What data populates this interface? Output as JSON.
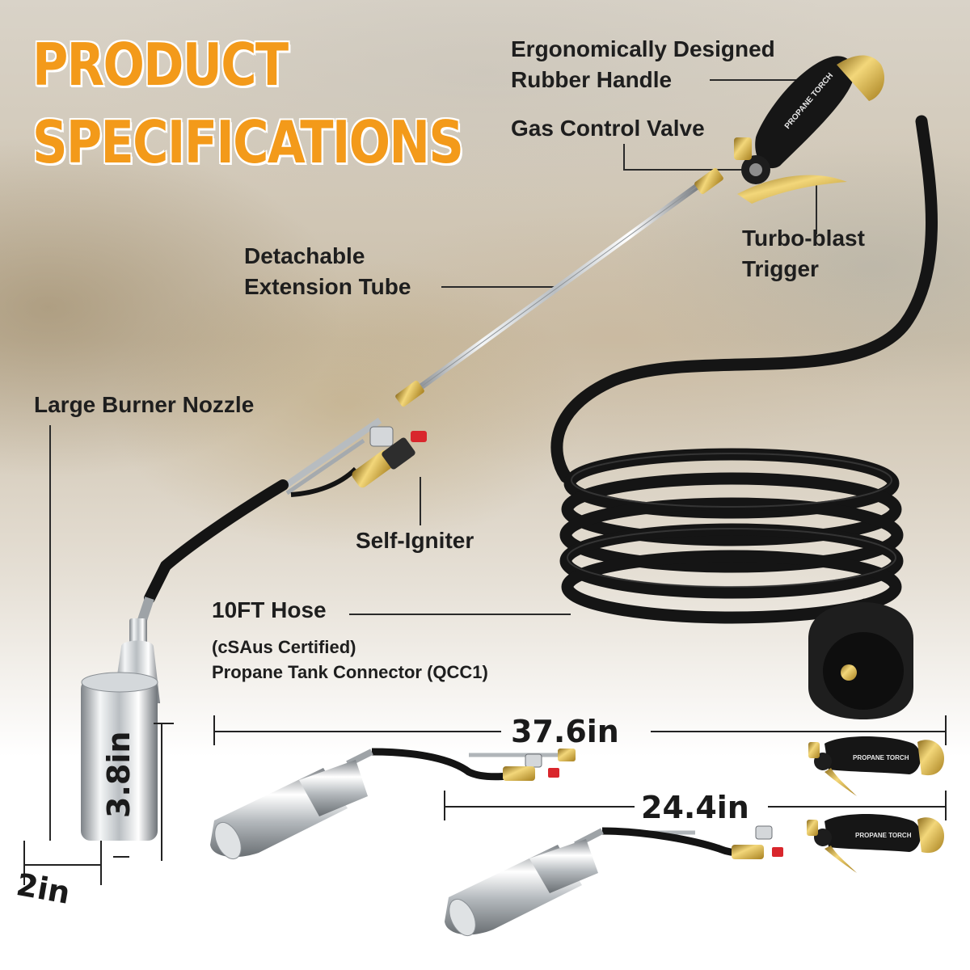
{
  "title": {
    "line1": "PRODUCT",
    "line2": "SPECIFICATIONS"
  },
  "labels": {
    "handle_line1": "Ergonomically Designed",
    "handle_line2": "Rubber Handle",
    "valve": "Gas Control Valve",
    "trigger_line1": "Turbo-blast",
    "trigger_line2": "Trigger",
    "tube_line1": "Detachable",
    "tube_line2": "Extension Tube",
    "nozzle": "Large Burner Nozzle",
    "igniter": "Self-Igniter",
    "hose": "10FT Hose",
    "certified": "(cSAus Certified)",
    "connector": "Propane Tank Connector (QCC1)",
    "handle_print": "PROPANE TORCH"
  },
  "dimensions": {
    "nozzle_height": "3.8in",
    "nozzle_width": "2in",
    "full_length": "37.6in",
    "short_length": "24.4in"
  },
  "colors": {
    "title": "#f39a1a",
    "text": "#1e1e1e",
    "brass": "#c9a23a",
    "igniter_red": "#d9262c",
    "hose": "#151515"
  }
}
